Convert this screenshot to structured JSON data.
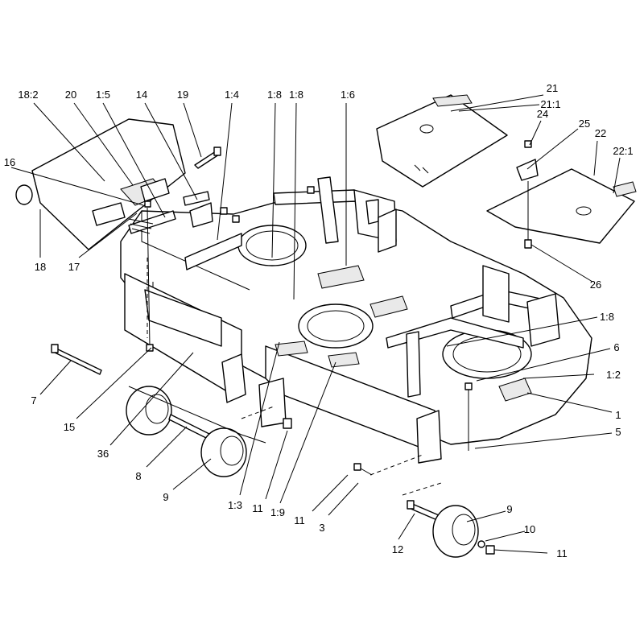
{
  "callouts": [
    {
      "id": "c-18-2",
      "label": "18:2"
    },
    {
      "id": "c-20",
      "label": "20"
    },
    {
      "id": "c-1-5",
      "label": "1:5"
    },
    {
      "id": "c-14",
      "label": "14"
    },
    {
      "id": "c-19",
      "label": "19"
    },
    {
      "id": "c-1-4",
      "label": "1:4"
    },
    {
      "id": "c-1-8a",
      "label": "1:8"
    },
    {
      "id": "c-1-8b",
      "label": "1:8"
    },
    {
      "id": "c-1-6",
      "label": "1:6"
    },
    {
      "id": "c-21",
      "label": "21"
    },
    {
      "id": "c-21-1",
      "label": "21:1"
    },
    {
      "id": "c-24",
      "label": "24"
    },
    {
      "id": "c-25",
      "label": "25"
    },
    {
      "id": "c-22",
      "label": "22"
    },
    {
      "id": "c-22-1",
      "label": "22:1"
    },
    {
      "id": "c-16",
      "label": "16"
    },
    {
      "id": "c-18",
      "label": "18"
    },
    {
      "id": "c-17",
      "label": "17"
    },
    {
      "id": "c-26",
      "label": "26"
    },
    {
      "id": "c-1-8c",
      "label": "1:8"
    },
    {
      "id": "c-6",
      "label": "6"
    },
    {
      "id": "c-1-2",
      "label": "1:2"
    },
    {
      "id": "c-7",
      "label": "7"
    },
    {
      "id": "c-15",
      "label": "15"
    },
    {
      "id": "c-1",
      "label": "1"
    },
    {
      "id": "c-5",
      "label": "5"
    },
    {
      "id": "c-36",
      "label": "36"
    },
    {
      "id": "c-8",
      "label": "8"
    },
    {
      "id": "c-9a",
      "label": "9"
    },
    {
      "id": "c-1-3",
      "label": "1:3"
    },
    {
      "id": "c-11a",
      "label": "11"
    },
    {
      "id": "c-1-9",
      "label": "1:9"
    },
    {
      "id": "c-11b",
      "label": "11"
    },
    {
      "id": "c-3",
      "label": "3"
    },
    {
      "id": "c-9b",
      "label": "9"
    },
    {
      "id": "c-10",
      "label": "10"
    },
    {
      "id": "c-12",
      "label": "12"
    },
    {
      "id": "c-11c",
      "label": "11"
    }
  ]
}
